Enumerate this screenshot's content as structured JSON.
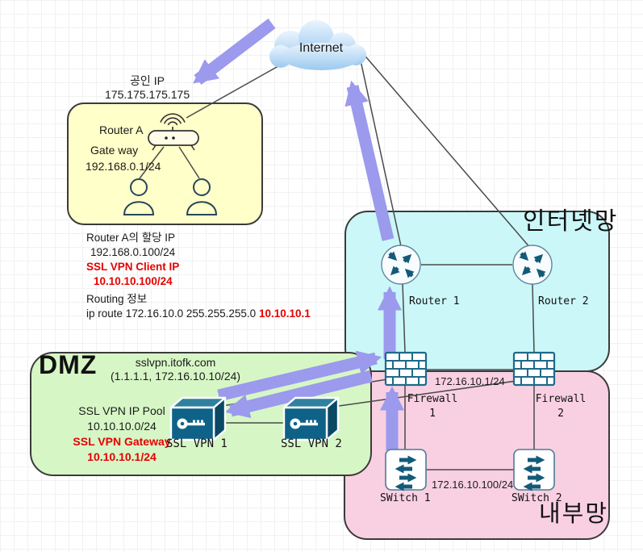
{
  "cloud": {
    "label": "Internet"
  },
  "zones": {
    "internet": {
      "label": "인터넷망"
    },
    "internal": {
      "label": "내부망"
    },
    "dmz": {
      "label": "DMZ"
    }
  },
  "home": {
    "public_ip_title": "공인 IP",
    "public_ip": "175.175.175.175",
    "router_name": "Router A",
    "gateway_label": "Gate way",
    "gateway_ip": "192.168.0.1/24",
    "assigned_ip_title": "Router A의 할당 IP",
    "assigned_ip": "192.168.0.100/24",
    "vpn_client_ip_title": "SSL VPN Client IP",
    "vpn_client_ip": "10.10.10.100/24",
    "routing_title": "Routing 정보",
    "routing_rule": "ip route 172.16.10.0 255.255.255.0 ",
    "routing_next_hop": "10.10.10.1"
  },
  "dmz": {
    "domain": "sslvpn.itofk.com",
    "domain_ip": "(1.1.1.1, 172.16.10.10/24)",
    "pool_title": "SSL VPN IP Pool",
    "pool_subnet": "10.10.10.0/24",
    "gateway_title": "SSL VPN Gateway",
    "gateway_ip": "10.10.10.1/24"
  },
  "devices": {
    "router1": {
      "label": "Router 1"
    },
    "router2": {
      "label": "Router 2"
    },
    "firewall1": {
      "line1": "Firewall",
      "line2": "1"
    },
    "firewall2": {
      "line1": "Firewall",
      "line2": "2"
    },
    "sslvpn1": {
      "label": "SSL VPN 1"
    },
    "sslvpn2": {
      "label": "SSL VPN 2"
    },
    "switch1": {
      "label": "SWitch 1"
    },
    "switch2": {
      "label": "SWitch 2"
    }
  },
  "links": {
    "firewall_subnet": "172.16.10.1/24",
    "switch_subnet": "172.16.10.100/24"
  },
  "colors": {
    "flow_arrow": "#9b9aed",
    "alert_red": "#e60000",
    "zone_internet": "#cbf7f8",
    "zone_internal": "#f9d0e2",
    "zone_dmz": "#d7f6c6",
    "zone_home": "#ffffc9",
    "device_teal": "#135a78",
    "line": "#4a4a4a"
  }
}
